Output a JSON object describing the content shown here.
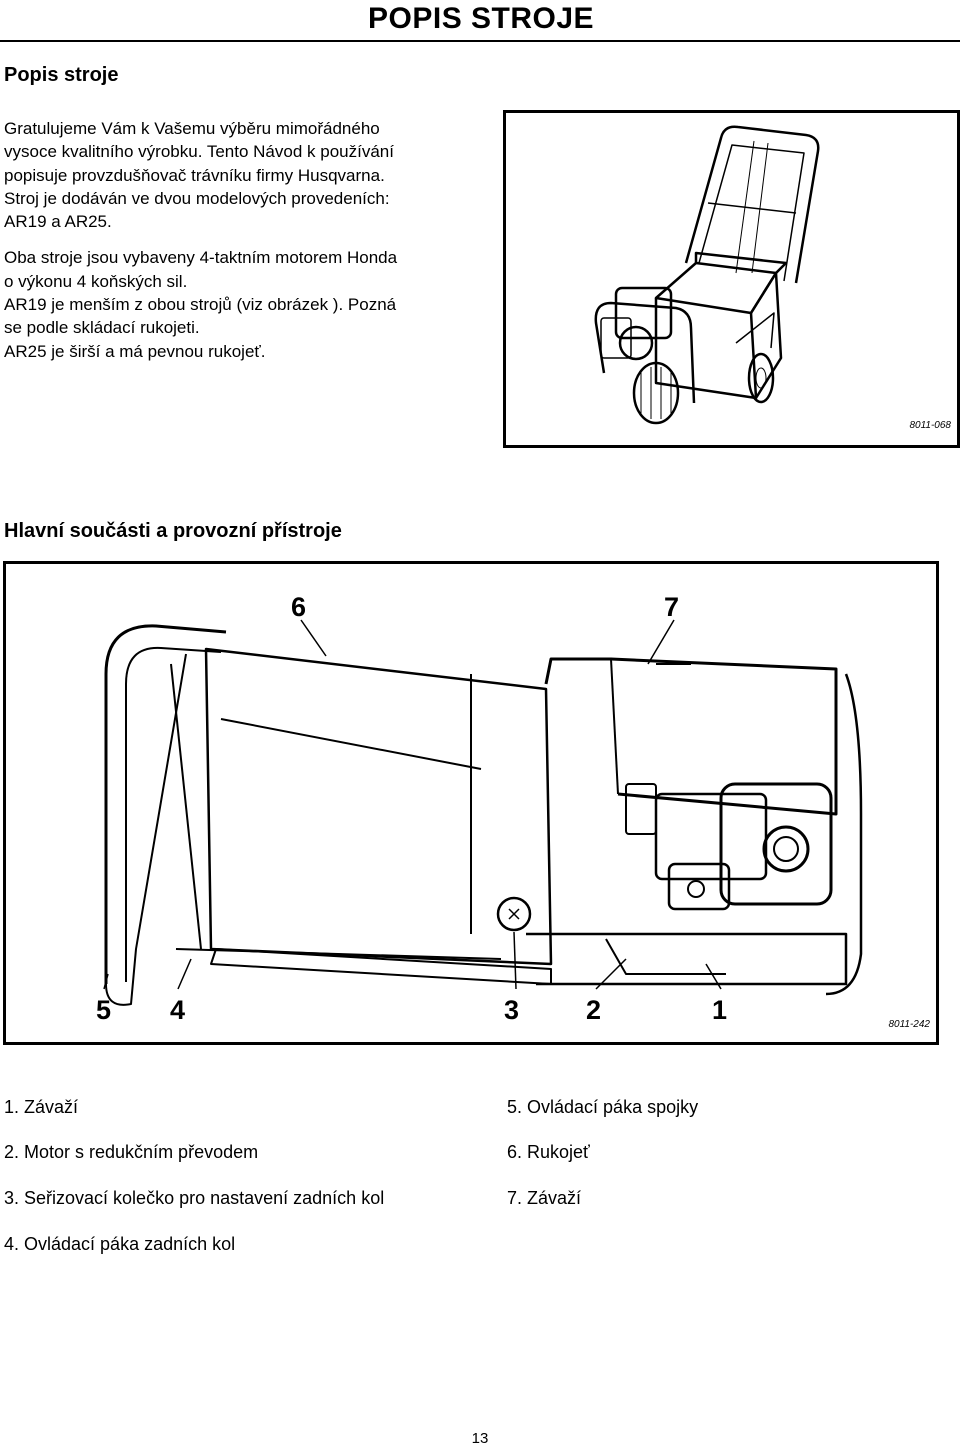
{
  "header": {
    "title": "POPIS STROJE"
  },
  "section1": {
    "title": "Popis stroje",
    "paragraphs": [
      [
        "Gratulujeme Vám k Vašemu výběru mimořádného",
        "vysoce kvalitního výrobku. Tento Návod k používání",
        "popisuje provzdušňovač trávníku firmy Husqvarna.",
        "Stroj je dodáván ve dvou modelových provedeních:",
        "AR19 a AR25."
      ],
      [
        "Oba stroje jsou vybaveny 4-taktním motorem Honda",
        "o výkonu 4 koňských sil.",
        "AR19 je menším z obou strojů (viz obrázek ). Pozná",
        "se podle skládací rukojeti.",
        "AR25 je širší a má pevnou rukojeť."
      ]
    ]
  },
  "figure1": {
    "code": "8011-068"
  },
  "section2": {
    "title": "Hlavní součásti a provozní přístroje"
  },
  "figure2": {
    "code": "8011-242",
    "callouts": [
      "6",
      "7",
      "5",
      "4",
      "3",
      "2",
      "1"
    ]
  },
  "legend": {
    "items": [
      "1. Závaží",
      "2. Motor s redukčním převodem",
      "3. Seřizovací kolečko pro nastavení zadních kol",
      "4. Ovládací páka zadních kol",
      "5. Ovládací páka spojky",
      "6. Rukojeť",
      "7. Závaží"
    ]
  },
  "page_number": "13"
}
